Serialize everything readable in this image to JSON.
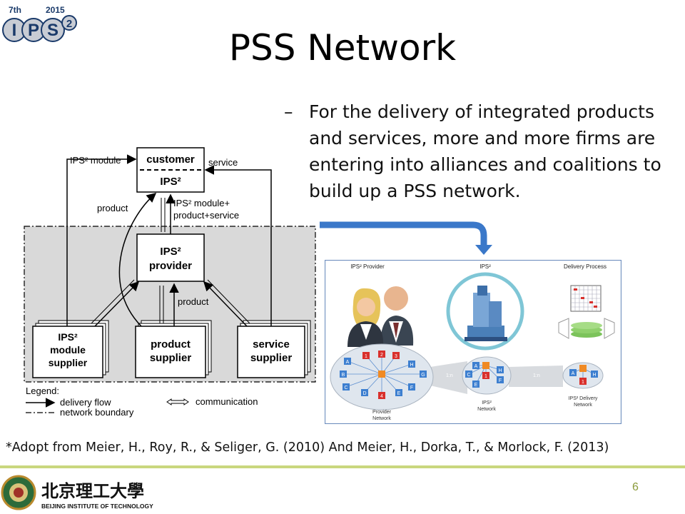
{
  "logo": {
    "edition": "7th",
    "year": "2015",
    "letters": [
      "I",
      "P",
      "S",
      "2"
    ]
  },
  "title": "PSS Network",
  "bullet": {
    "marker": "–",
    "text": "For the delivery of integrated products and services, more and more firms are entering into alliances and coalitions to build up a PSS network."
  },
  "left_diagram": {
    "customer_top": "customer",
    "customer_bottom": "IPS²",
    "provider": [
      "IPS²",
      "provider"
    ],
    "module_supplier": [
      "IPS²",
      "module",
      "supplier"
    ],
    "product_supplier": [
      "product",
      "supplier"
    ],
    "service_supplier": [
      "service",
      "supplier"
    ],
    "label_module": "IPS² module",
    "label_service": "service",
    "label_product_left": "product",
    "label_mod_prod_serv": [
      "IPS² module+",
      "product+service"
    ],
    "label_product_mid": "product",
    "legend_title": "Legend:",
    "legend_delivery": "delivery flow",
    "legend_network": "network boundary",
    "legend_comm": "communication"
  },
  "right_diagram": {
    "head_provider": "IPS² Provider",
    "head_ips": "IPS²",
    "head_delivery": "Delivery Process",
    "ratio1": "1:n",
    "ratio2": "1:n",
    "provider_network": [
      "Provider",
      "Network"
    ],
    "ips_network": [
      "IPS²",
      "Network"
    ],
    "delivery_network": [
      "IPS² Delivery",
      "Network"
    ],
    "provider_nodes": [
      "A",
      "1",
      "2",
      "3",
      "H",
      "B",
      "G",
      "C",
      "F",
      "D",
      "4",
      "E"
    ],
    "ips_nodes": [
      "A",
      "H",
      "C",
      "1",
      "F",
      "E"
    ],
    "delivery_nodes": [
      "A",
      "H",
      "1"
    ]
  },
  "citation": "*Adopt from Meier, H., Roy, R., & Seliger, G. (2010)  And Meier, H., Dorka, T., & Morlock, F. (2013)",
  "page_number": "6",
  "university": {
    "chinese": "北京理工大學",
    "english": "BEIJING INSTITUTE OF TECHNOLOGY"
  },
  "colors": {
    "footer_line": "#c9d77e",
    "arrow_blue": "#3a78c9",
    "page_number": "#8a9a3a",
    "node_orange": "#f08a24",
    "node_red": "#d9302c",
    "node_blue": "#3d7fd0"
  }
}
